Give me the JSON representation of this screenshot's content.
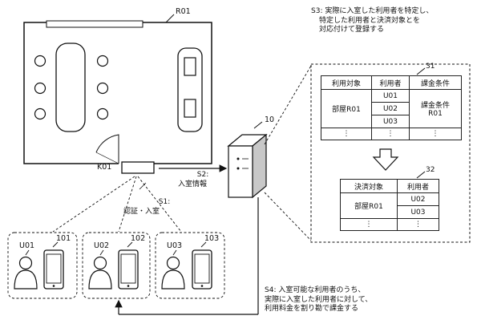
{
  "room": {
    "id": "R01",
    "door_id": "K01"
  },
  "server": {
    "id": "10"
  },
  "arrows": {
    "s1_line1": "S1:",
    "s1_line2": "認証・入室",
    "s2_line1": "S2:",
    "s2_line2": "入室情報"
  },
  "step_s3": {
    "lines": [
      "S3: 実際に入室した利用者を特定し、",
      "特定した利用者と決済対象とを",
      "対応付けて登録する"
    ]
  },
  "step_s4": {
    "lines": [
      "S4: 入室可能な利用者のうち、",
      "実際に入室した利用者に対して、",
      "利用料金を割り勘で課金する"
    ]
  },
  "table31": {
    "ref": "31",
    "headers": [
      "利用対象",
      "利用者",
      "課金条件"
    ],
    "target": "部屋R01",
    "users": [
      "U01",
      "U02",
      "U03"
    ],
    "condition_line1": "課金条件",
    "condition_line2": "R01",
    "ellipsis": "⋮"
  },
  "table32": {
    "ref": "32",
    "headers": [
      "決済対象",
      "利用者"
    ],
    "target": "部屋R01",
    "users": [
      "U02",
      "U03"
    ],
    "ellipsis": "⋮"
  },
  "users": [
    {
      "id": "U01",
      "device": "101"
    },
    {
      "id": "U02",
      "device": "102"
    },
    {
      "id": "U03",
      "device": "103"
    }
  ]
}
